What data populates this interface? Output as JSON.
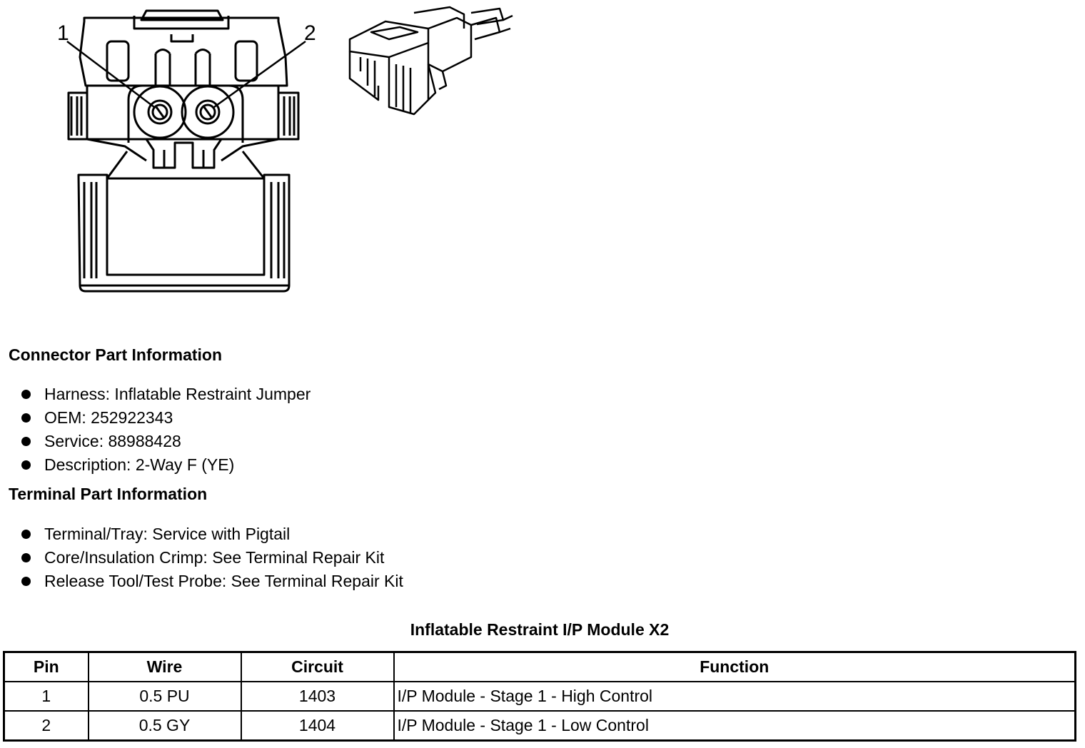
{
  "diagram": {
    "callout_1": "1",
    "callout_2": "2"
  },
  "connector_section": {
    "title": "Connector Part Information",
    "items": [
      "Harness: Inflatable Restraint Jumper",
      "OEM: 252922343",
      "Service: 88988428",
      "Description: 2-Way F (YE)"
    ]
  },
  "terminal_section": {
    "title": "Terminal Part Information",
    "items": [
      "Terminal/Tray: Service with Pigtail",
      "Core/Insulation Crimp: See Terminal Repair Kit",
      "Release Tool/Test Probe: See Terminal Repair Kit"
    ]
  },
  "table": {
    "title": "Inflatable Restraint I/P Module X2",
    "headers": [
      "Pin",
      "Wire",
      "Circuit",
      "Function"
    ],
    "rows": [
      [
        "1",
        "0.5 PU",
        "1403",
        "I/P Module - Stage 1 - High Control"
      ],
      [
        "2",
        "0.5 GY",
        "1404",
        "I/P Module - Stage 1 - Low Control"
      ]
    ]
  }
}
